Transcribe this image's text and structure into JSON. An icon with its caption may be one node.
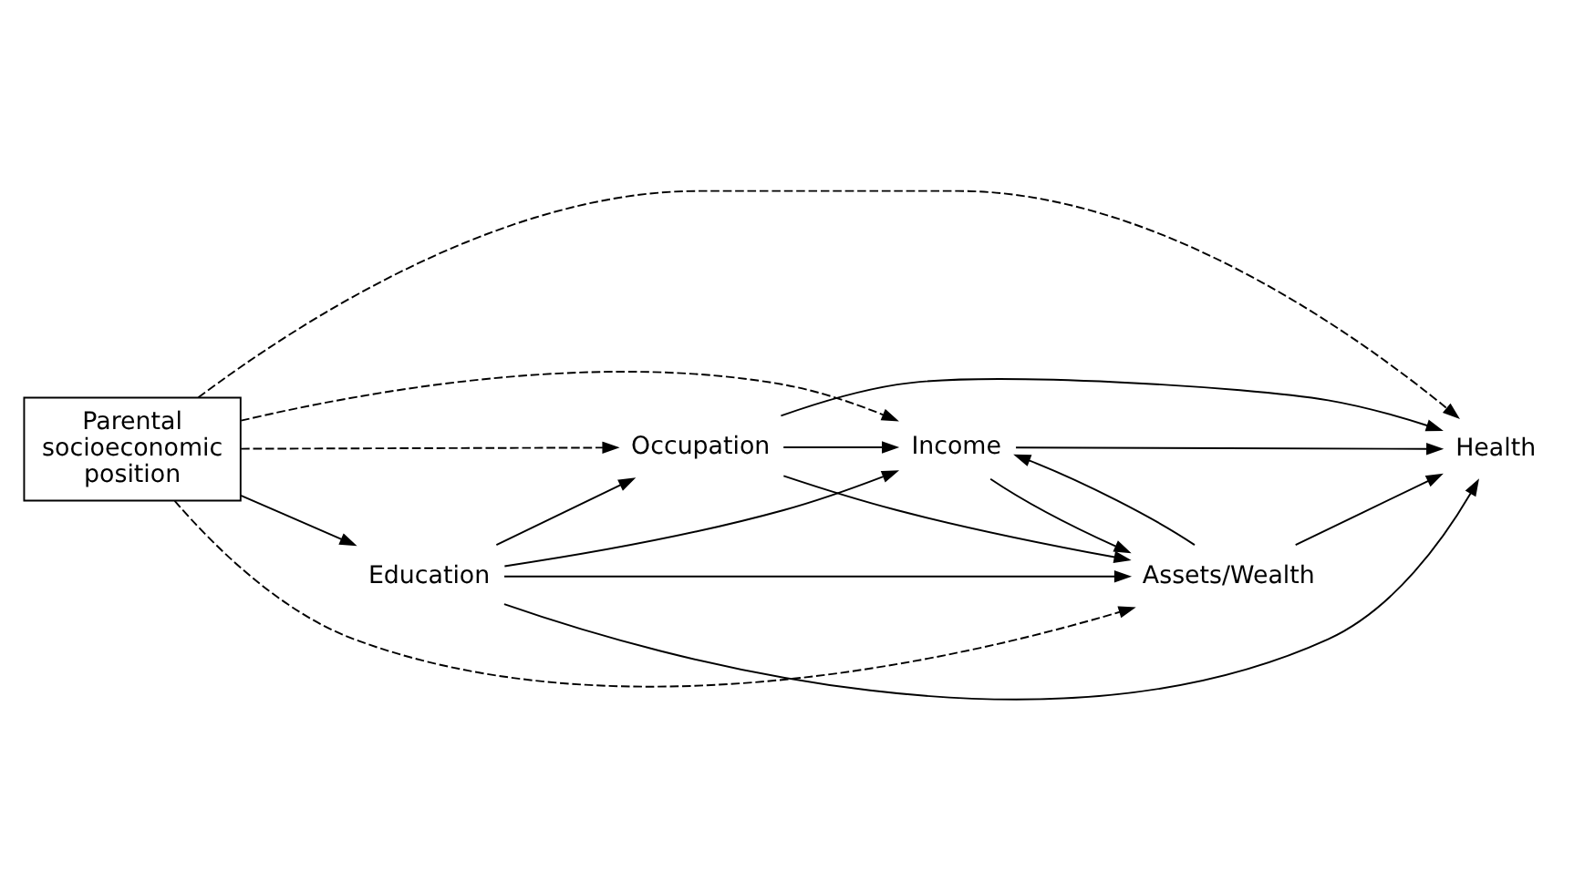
{
  "diagram": {
    "nodes": [
      {
        "text": [
          "Parental socioeconomic position"
        ]
      },
      {
        "text": [
          "Education"
        ]
      },
      {
        "text": [
          "Occupation"
        ]
      },
      {
        "text": [
          "Income"
        ]
      },
      {
        "text": [
          "Assets/Wealth"
        ]
      },
      {
        "text": [
          "Health"
        ]
      }
    ],
    "edges": [
      {
        "from": 0,
        "to": 1,
        "arrow": "to"
      },
      {
        "from": 0,
        "to": 2,
        "arrow": "to",
        "style": "dashed"
      },
      {
        "from": 0,
        "to": 3,
        "arrow": "to",
        "style": "dashed"
      },
      {
        "from": 0,
        "to": 5,
        "arrow": "to",
        "style": "dashed"
      },
      {
        "from": 0,
        "to": 4,
        "arrow": "to",
        "style": "dashed"
      },
      {
        "from": 1,
        "to": 2,
        "arrow": "to"
      },
      {
        "from": 1,
        "to": 3,
        "arrow": "to"
      },
      {
        "from": 1,
        "to": 5,
        "arrow": "to"
      },
      {
        "from": 1,
        "to": 4,
        "arrow": "to"
      },
      {
        "from": 2,
        "to": 3,
        "arrow": "to"
      },
      {
        "from": 2,
        "to": 5,
        "arrow": "to"
      },
      {
        "from": 2,
        "to": 4,
        "arrow": "to"
      },
      {
        "from": 3,
        "to": 5,
        "arrow": "to"
      },
      {
        "from": 3,
        "to": 4,
        "arrow": "to"
      },
      {
        "from": 4,
        "to": 3,
        "arrow": "to"
      },
      {
        "from": 4,
        "to": 5,
        "arrow": "to"
      }
    ]
  }
}
